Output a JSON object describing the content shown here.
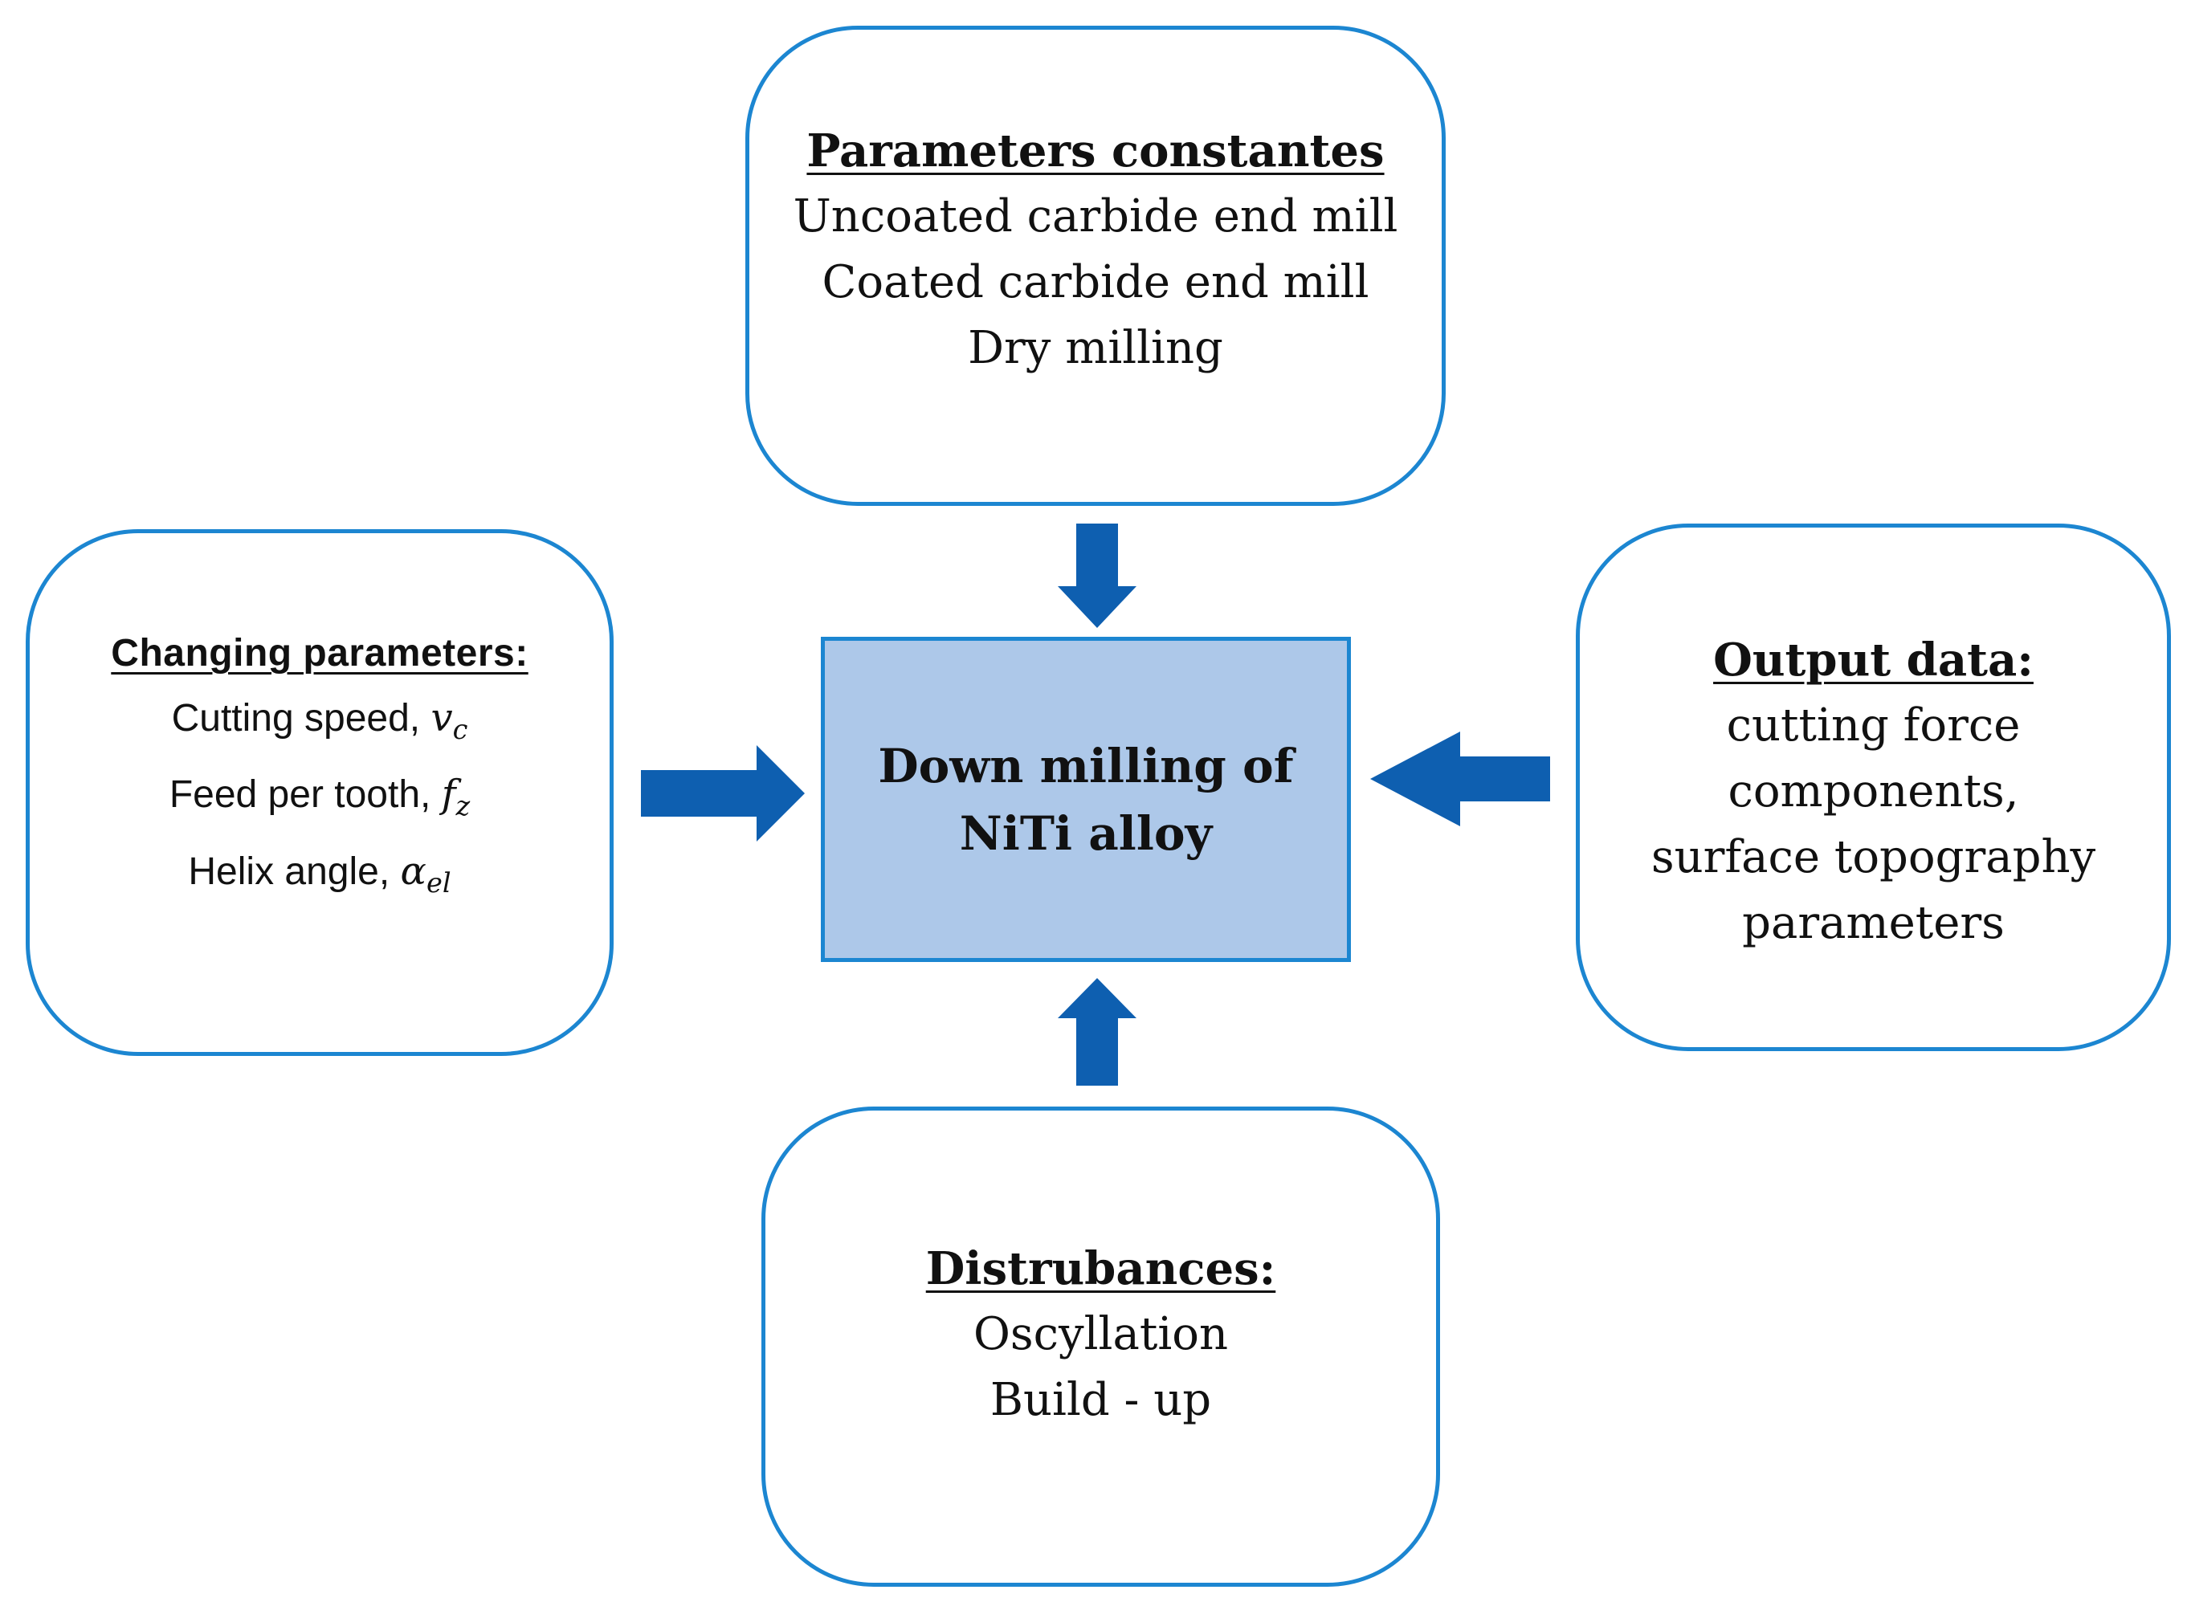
{
  "center": {
    "lines": [
      "Down milling of",
      "NiTi alloy"
    ]
  },
  "top_box": {
    "heading": "Parameters constantes",
    "lines": [
      "Uncoated carbide end mill",
      "Coated carbide end mill",
      "Dry milling"
    ]
  },
  "left_box": {
    "heading": "Changing parameters:",
    "items": [
      {
        "text": "Cutting speed,",
        "symbol": "v",
        "subscript": "c"
      },
      {
        "text": "Feed per tooth,",
        "symbol": "f",
        "subscript": "z"
      },
      {
        "text": "Helix angle,",
        "symbol": "α",
        "subscript": "el"
      }
    ]
  },
  "right_box": {
    "heading": "Output data:",
    "lines": [
      "cutting force",
      "components,",
      "surface topography",
      "parameters"
    ]
  },
  "bottom_box": {
    "heading": "Distrubances:",
    "lines": [
      "Oscyllation",
      "Build - up"
    ]
  },
  "colors": {
    "border": "#1c86d1",
    "arrow": "#0e5fb0",
    "center_fill": "#adc8e9"
  }
}
